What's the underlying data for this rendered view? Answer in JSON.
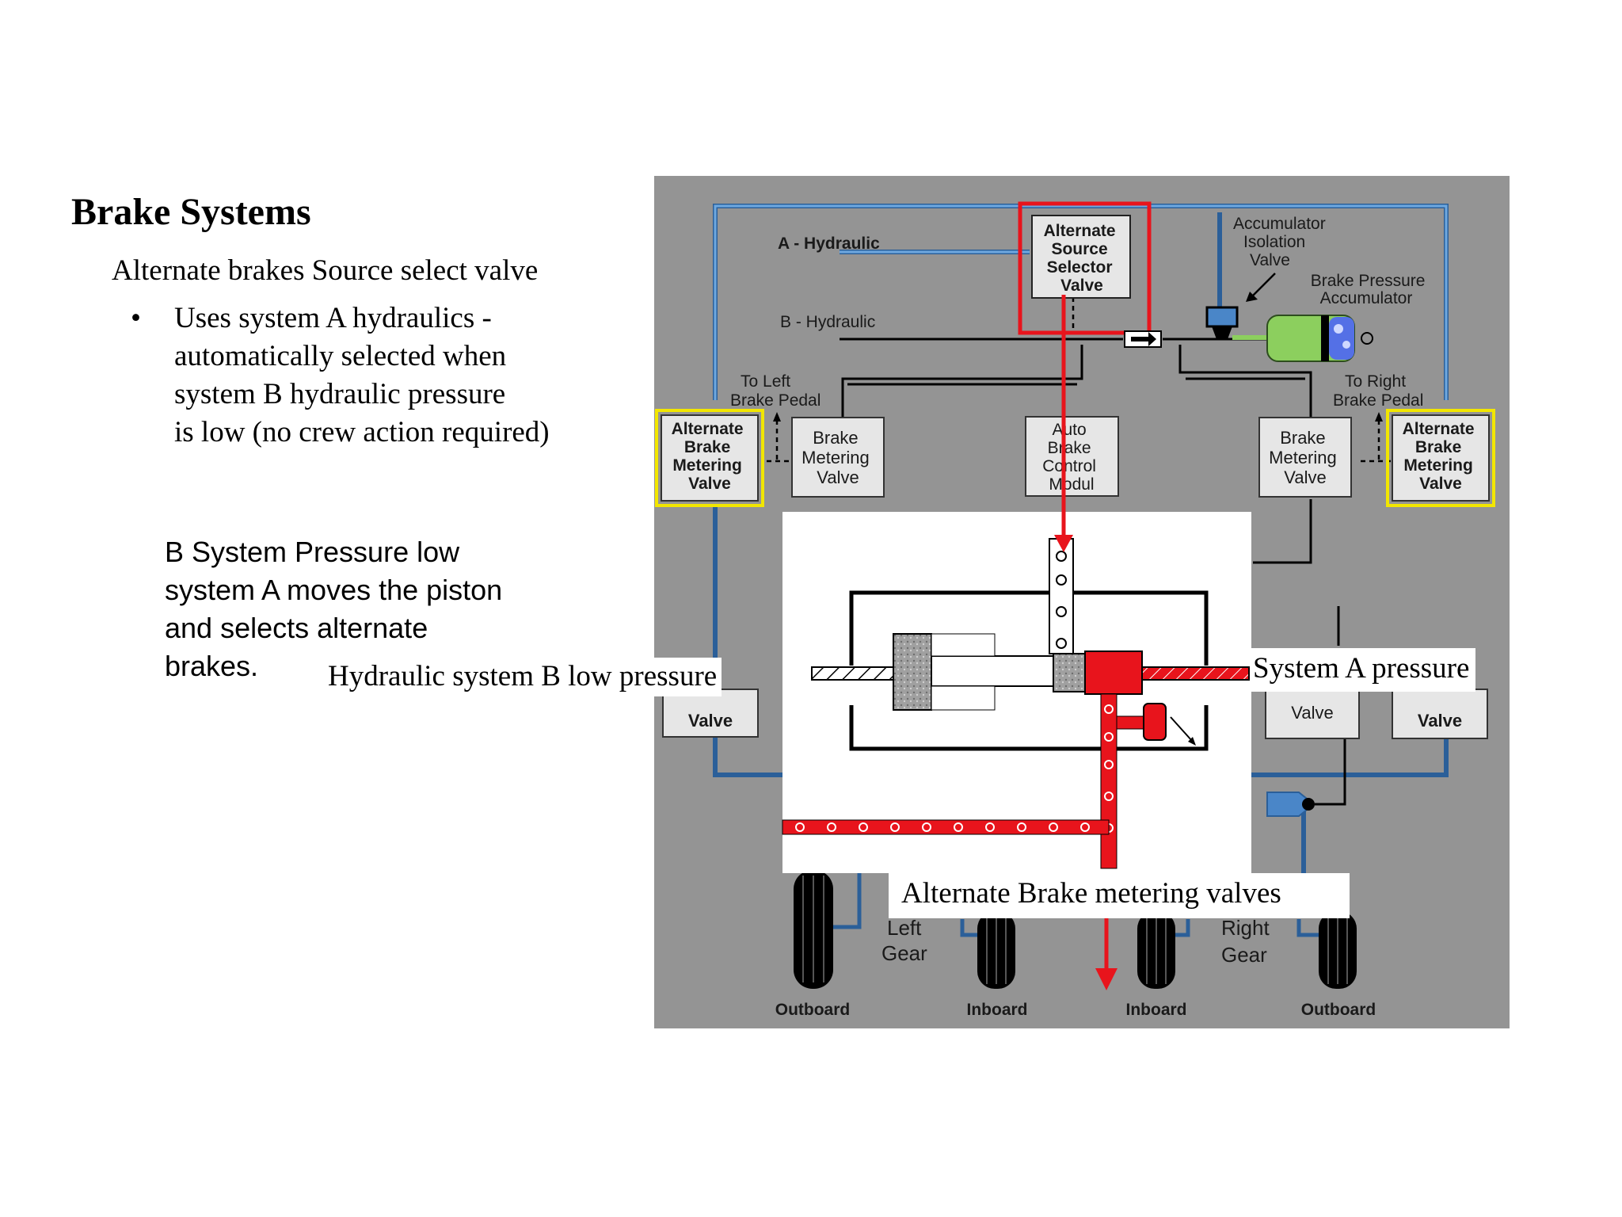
{
  "slide": {
    "title": "Brake Systems",
    "subtitle": "Alternate brakes Source select valve",
    "bullet_symbol": "•",
    "bullet_lines": [
      "Uses system A hydraulics -",
      "automatically selected when",
      "system B hydraulic pressure",
      "is low (no crew action required)"
    ],
    "note_lines": [
      "B System Pressure low",
      "system A moves the piston",
      "and selects alternate",
      "brakes."
    ]
  },
  "diagram": {
    "a_hydraulic": "A - Hydraulic",
    "b_hydraulic": "B - Hydraulic",
    "selector_valve": [
      "Alternate",
      "Source",
      "Selector",
      "Valve"
    ],
    "accumulator_isolation": [
      "Accumulator",
      "Isolation",
      "Valve"
    ],
    "brake_pressure_accumulator": [
      "Brake Pressure",
      "Accumulator"
    ],
    "to_left_pedal": [
      "To Left",
      "Brake Pedal"
    ],
    "to_right_pedal": [
      "To Right",
      "Brake Pedal"
    ],
    "alt_metering_valve": [
      "Alternate",
      "Brake",
      "Metering",
      "Valve"
    ],
    "brake_metering_valve": [
      "Brake",
      "Metering",
      "Valve"
    ],
    "auto_brake_module": [
      "Auto",
      "Brake",
      "Control",
      "Modul"
    ],
    "antiskid_valve": "Valve",
    "left_gear": [
      "Left",
      "Gear"
    ],
    "right_gear": [
      "Right",
      "Gear"
    ],
    "wheel_labels": [
      "Outboard",
      "Inboard",
      "Inboard",
      "Outboard"
    ]
  },
  "callouts": {
    "b_low": "Hydraulic system B low pressure",
    "a_pressure": "System A pressure",
    "alt_metering": "Alternate Brake metering valves"
  },
  "colors": {
    "panel_gray": "#949494",
    "hydraulic_blue": "#4a86c8",
    "pressure_red": "#e8141c",
    "highlight_yellow": "#f2e600",
    "accumulator_green": "#8ccf5e"
  }
}
